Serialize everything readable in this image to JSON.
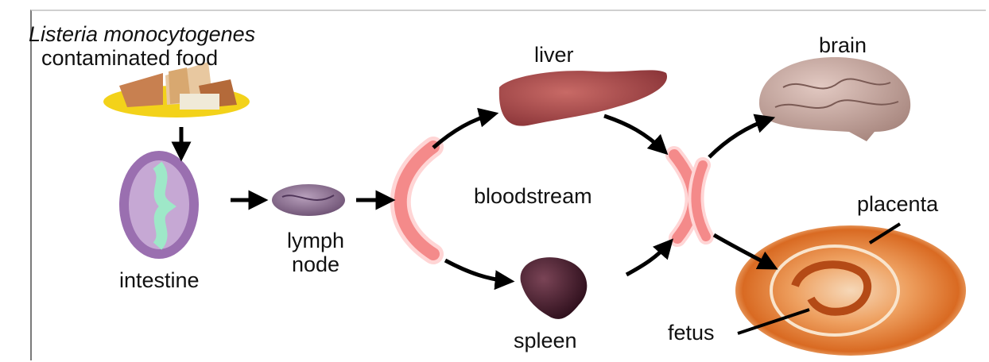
{
  "title": {
    "line1": "Listeria monocytogenes",
    "line2": "contaminated food"
  },
  "labels": {
    "intestine": "intestine",
    "lymph_line1": "lymph",
    "lymph_line2": "node",
    "liver": "liver",
    "bloodstream": "bloodstream",
    "spleen": "spleen",
    "brain": "brain",
    "placenta": "placenta",
    "fetus": "fetus"
  },
  "colors": {
    "barrier": "#f48a8a",
    "barrier_glow": "#ffd5d5",
    "liver": "#a8484a",
    "spleen": "#4a1e2e",
    "brain": "#c9a9a1",
    "intestine": "#9a6fb0",
    "intestine_core": "#9ee8c8",
    "lymph_node": "#8a7090",
    "placenta": "#e58a3a",
    "food": "#d8a070",
    "plate": "#f3d21a"
  }
}
